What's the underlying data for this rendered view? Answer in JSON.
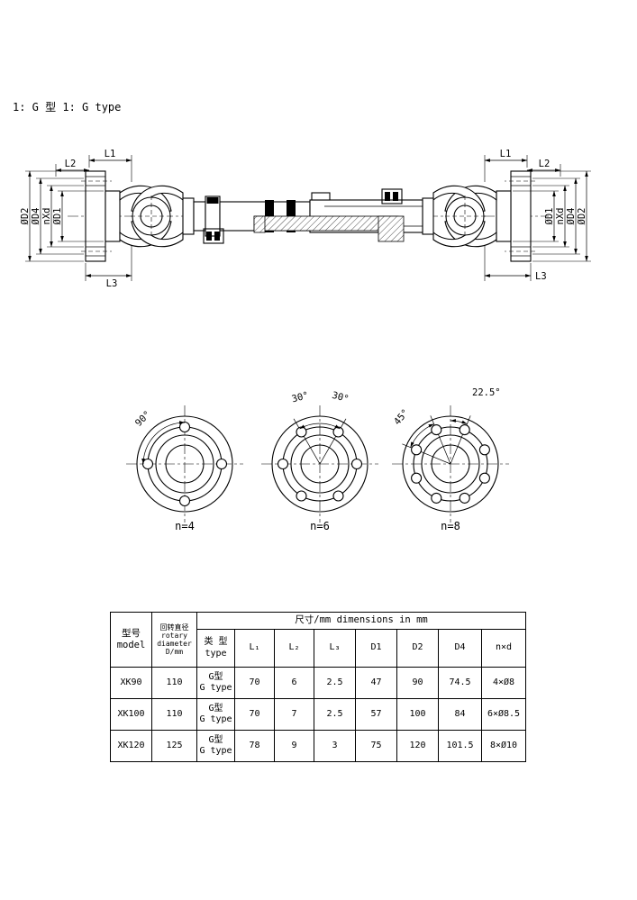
{
  "caption": "1: G 型 1: G type",
  "drawing": {
    "dims": {
      "l1": "L1",
      "l2": "L2",
      "l3": "L3",
      "d1": "ØD1",
      "d2": "ØD2",
      "d4": "ØD4",
      "nxd": "nXd"
    }
  },
  "flange_views": [
    {
      "label": "n=4",
      "angles": [
        "90°"
      ]
    },
    {
      "label": "n=6",
      "angles": [
        "30°",
        "30°"
      ]
    },
    {
      "label": "n=8",
      "angles": [
        "45°",
        "22.5°"
      ]
    }
  ],
  "table": {
    "title": "尺寸/mm  dimensions in mm",
    "headers": {
      "model_zh": "型号",
      "model_en": "model",
      "rotary_zh": "回转直径",
      "rotary_en1": "rotary",
      "rotary_en2": "diameter",
      "rotary_en3": "D/mm",
      "type_zh": "类 型",
      "type_en": "type",
      "dims": [
        "L₁",
        "L₂",
        "L₃",
        "D1",
        "D2",
        "D4",
        "n×d"
      ]
    },
    "rows": [
      {
        "model": "XK90",
        "rotary": "110",
        "type_zh": "G型",
        "type_en": "G type",
        "dims": [
          "70",
          "6",
          "2.5",
          "47",
          "90",
          "74.5",
          "4×Ø8"
        ]
      },
      {
        "model": "XK100",
        "rotary": "110",
        "type_zh": "G型",
        "type_en": "G type",
        "dims": [
          "70",
          "7",
          "2.5",
          "57",
          "100",
          "84",
          "6×Ø8.5"
        ]
      },
      {
        "model": "XK120",
        "rotary": "125",
        "type_zh": "G型",
        "type_en": "G type",
        "dims": [
          "78",
          "9",
          "3",
          "75",
          "120",
          "101.5",
          "8×Ø10"
        ]
      }
    ]
  }
}
